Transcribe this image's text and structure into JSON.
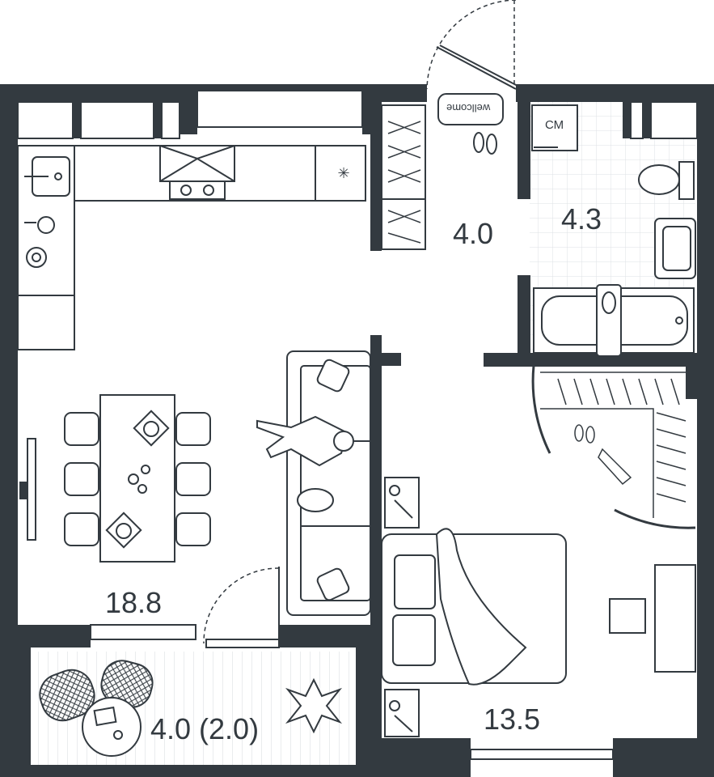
{
  "rooms": {
    "living_kitchen": {
      "area": "18.8"
    },
    "hall": {
      "area": "4.0"
    },
    "bathroom": {
      "area": "4.3"
    },
    "bedroom": {
      "area": "13.5"
    },
    "balcony": {
      "area": "4.0 (2.0)"
    }
  },
  "fixtures": {
    "washer_label": "СМ",
    "doormat_text": "wellcome"
  },
  "colors": {
    "wall": "#333a40",
    "line": "#333a40",
    "tile": "#dde1e4"
  }
}
